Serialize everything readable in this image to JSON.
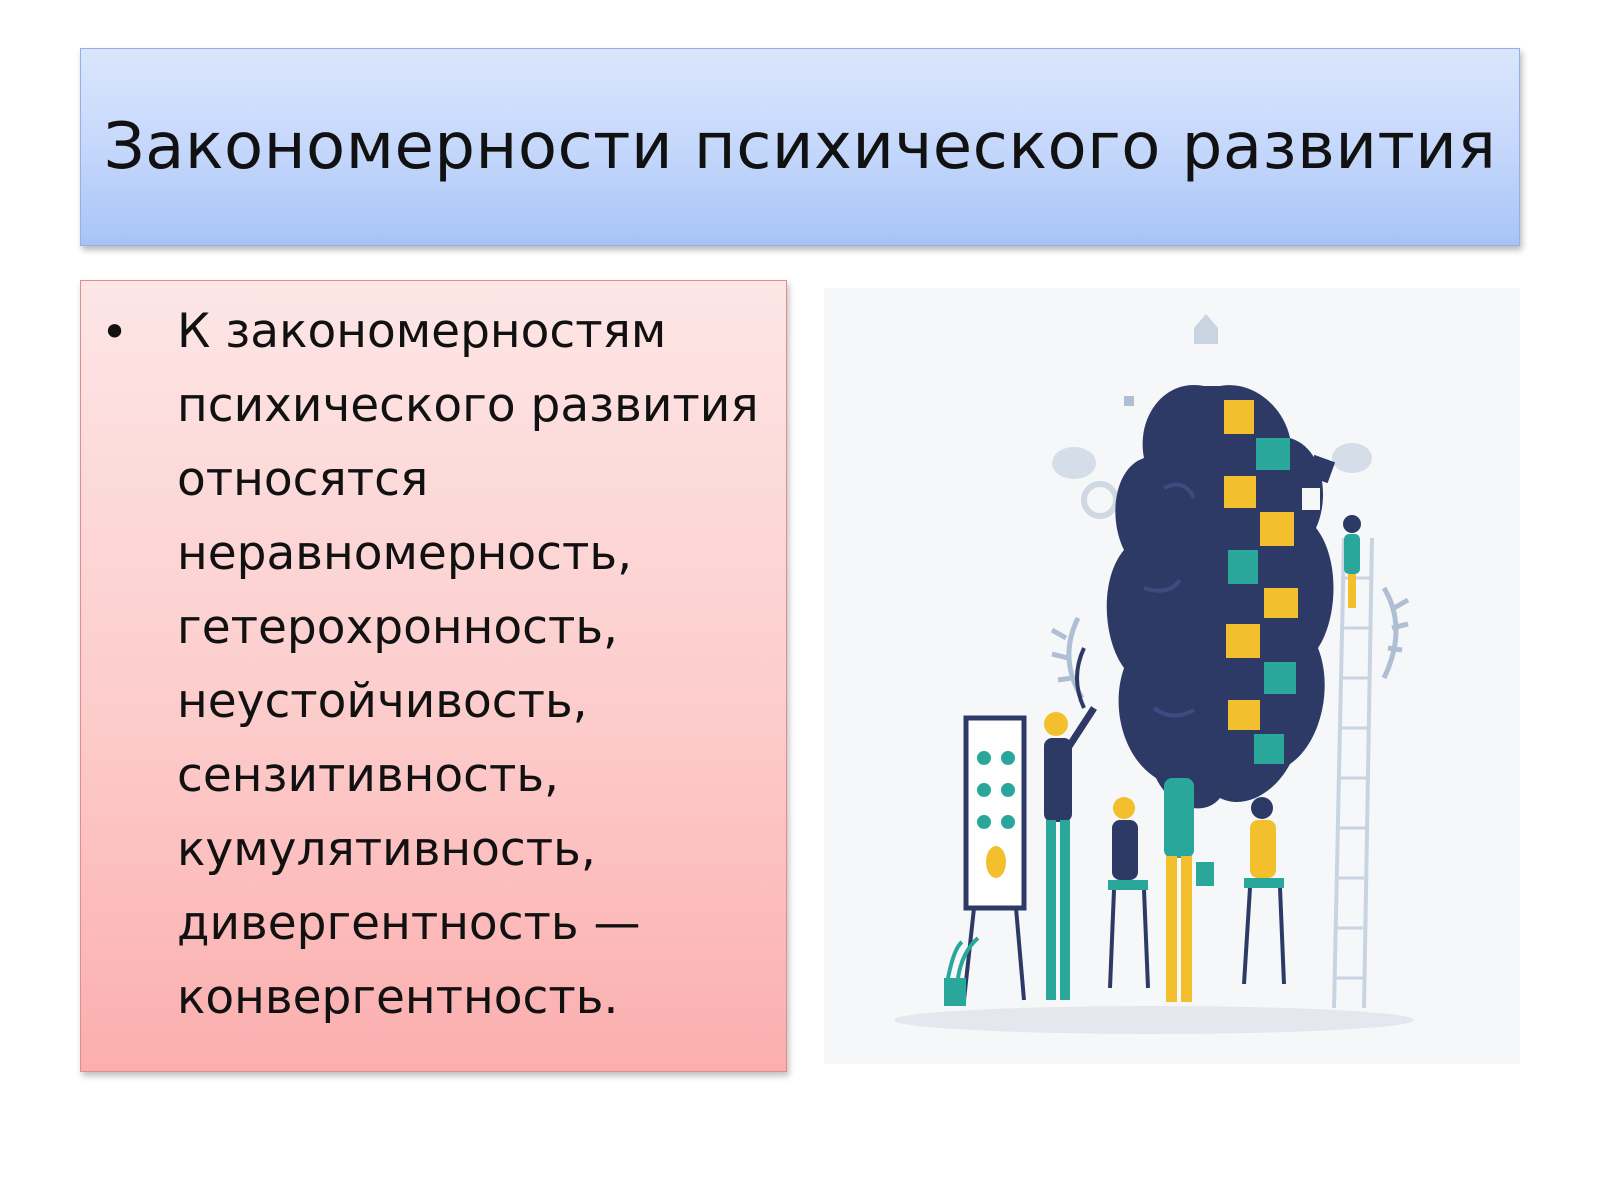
{
  "slide": {
    "title": "Закономерности психического развития",
    "bullet": {
      "symbol": "•",
      "lines": [
        "К закономерностям",
        "психического развития",
        "относятся",
        "неравномерность,",
        "гетерохронность,",
        "неустойчивость,",
        "сензитивность,",
        "кумулятивность,",
        "дивергентность —",
        "конвергентность."
      ]
    }
  },
  "illustration": {
    "icon": "brain-puzzle-teamwork-illustration",
    "colors": {
      "navy": "#2d3a66",
      "yellow": "#f3bf2c",
      "teal": "#2aa79b",
      "blue_gray": "#aebfd4",
      "background": "#f6f7f9"
    }
  }
}
